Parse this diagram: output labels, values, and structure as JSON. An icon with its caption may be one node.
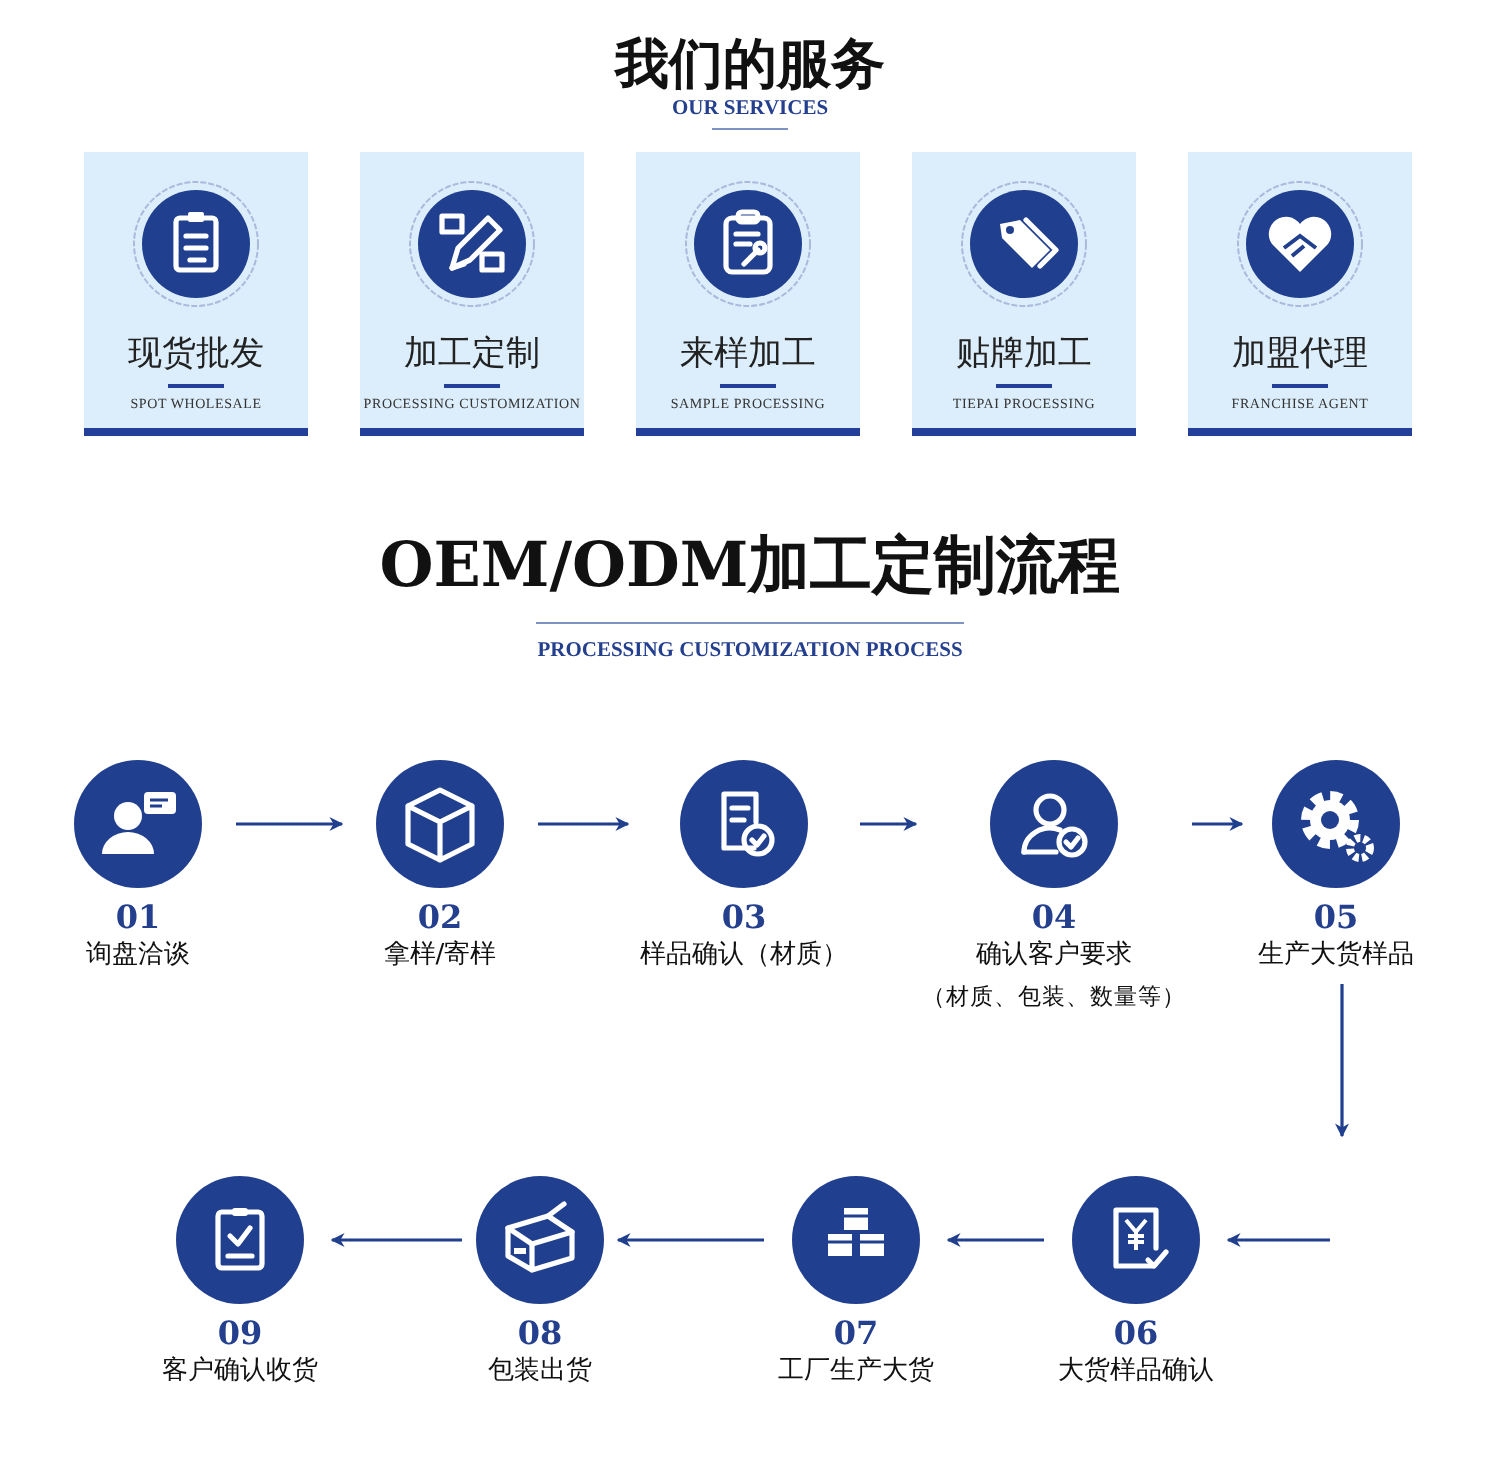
{
  "diagram": {
    "title": "我们的服务",
    "nodes": [
      {
        "text": [
          "现货批发",
          "SPOT WHOLESALE"
        ]
      },
      {
        "text": [
          "加工定制",
          "PROCESSING CUSTOMIZATION"
        ]
      },
      {
        "text": [
          "来样加工",
          "SAMPLE PROCESSING"
        ]
      },
      {
        "text": [
          "贴牌加工",
          "TIEPAI PROCESSING"
        ]
      },
      {
        "text": [
          "加盟代理",
          "FRANCHISE AGENT"
        ]
      },
      {
        "text": [
          "01",
          "询盘洽谈"
        ]
      },
      {
        "text": [
          "02",
          "拿样/寄样"
        ]
      },
      {
        "text": [
          "03",
          "样品确认（材质）"
        ]
      },
      {
        "text": [
          "04",
          "确认客户要求",
          "（材质、包装、数量等）"
        ]
      },
      {
        "text": [
          "05",
          "生产大货样品"
        ]
      },
      {
        "text": [
          "06",
          "大货样品确认"
        ]
      },
      {
        "text": [
          "07",
          "工厂生产大货"
        ]
      },
      {
        "text": [
          "08",
          "包装出货"
        ]
      },
      {
        "text": [
          "09",
          "客户确认收货"
        ]
      }
    ],
    "edges": [
      {
        "from": 5,
        "to": 6,
        "arrow": "to"
      },
      {
        "from": 6,
        "to": 7,
        "arrow": "to"
      },
      {
        "from": 7,
        "to": 8,
        "arrow": "to"
      },
      {
        "from": 8,
        "to": 9,
        "arrow": "to"
      },
      {
        "from": 9,
        "to": null,
        "arrow": "to"
      },
      {
        "from": null,
        "to": 10,
        "arrow": "to"
      },
      {
        "from": 10,
        "to": 11,
        "arrow": "to"
      },
      {
        "from": 11,
        "to": 12,
        "arrow": "to"
      },
      {
        "from": 12,
        "to": 13,
        "arrow": "to"
      }
    ],
    "labels": [
      "OUR SERVICES",
      "OEM/ODM加工定制流程",
      "PROCESSING CUSTOMIZATION PROCESS"
    ]
  }
}
